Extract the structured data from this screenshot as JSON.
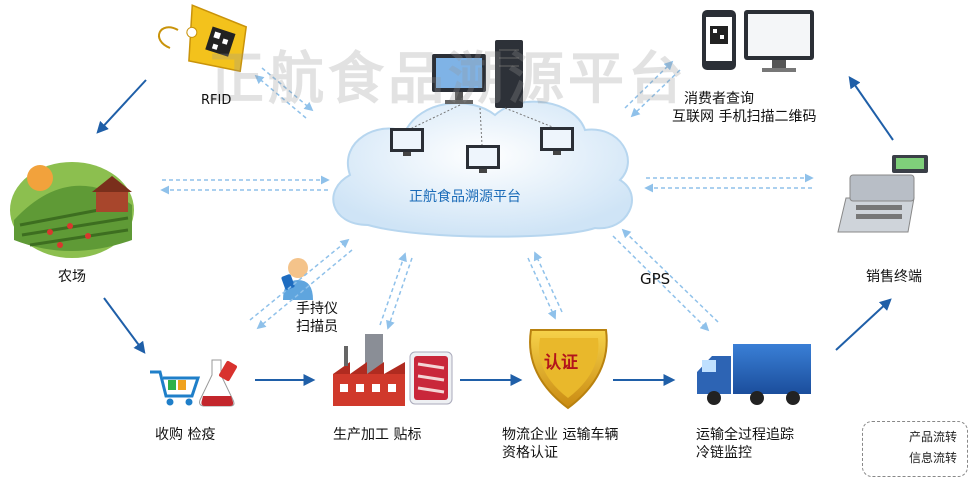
{
  "watermark": "正航食品溯源平台",
  "platform": {
    "label": "正航食品溯源平台"
  },
  "nodes": {
    "rfid": "RFID",
    "farm": "农场",
    "scanner": {
      "line1": "手持仪",
      "line2": "扫描员"
    },
    "purchase": "收购 检疫",
    "production": "生产加工 贴标",
    "logistics": {
      "line1": "物流企业 运输车辆",
      "line2": "资格认证"
    },
    "cert_badge": "认证",
    "transport": {
      "line1": "运输全过程追踪",
      "line2": "冷链监控"
    },
    "gps": "GPS",
    "consumer": {
      "line1": "消费者查询",
      "line2": "互联网 手机扫描二维码"
    },
    "pos": "销售终端"
  },
  "legend": {
    "product_flow": "产品流转",
    "info_flow": "信息流转"
  },
  "colors": {
    "product_arrow": "#1f5fa8",
    "info_arrow": "#8fc1ea",
    "cloud": "#dcecf8",
    "cloud_edge": "#b7d6ef",
    "platform_text": "#1a6bb8"
  }
}
